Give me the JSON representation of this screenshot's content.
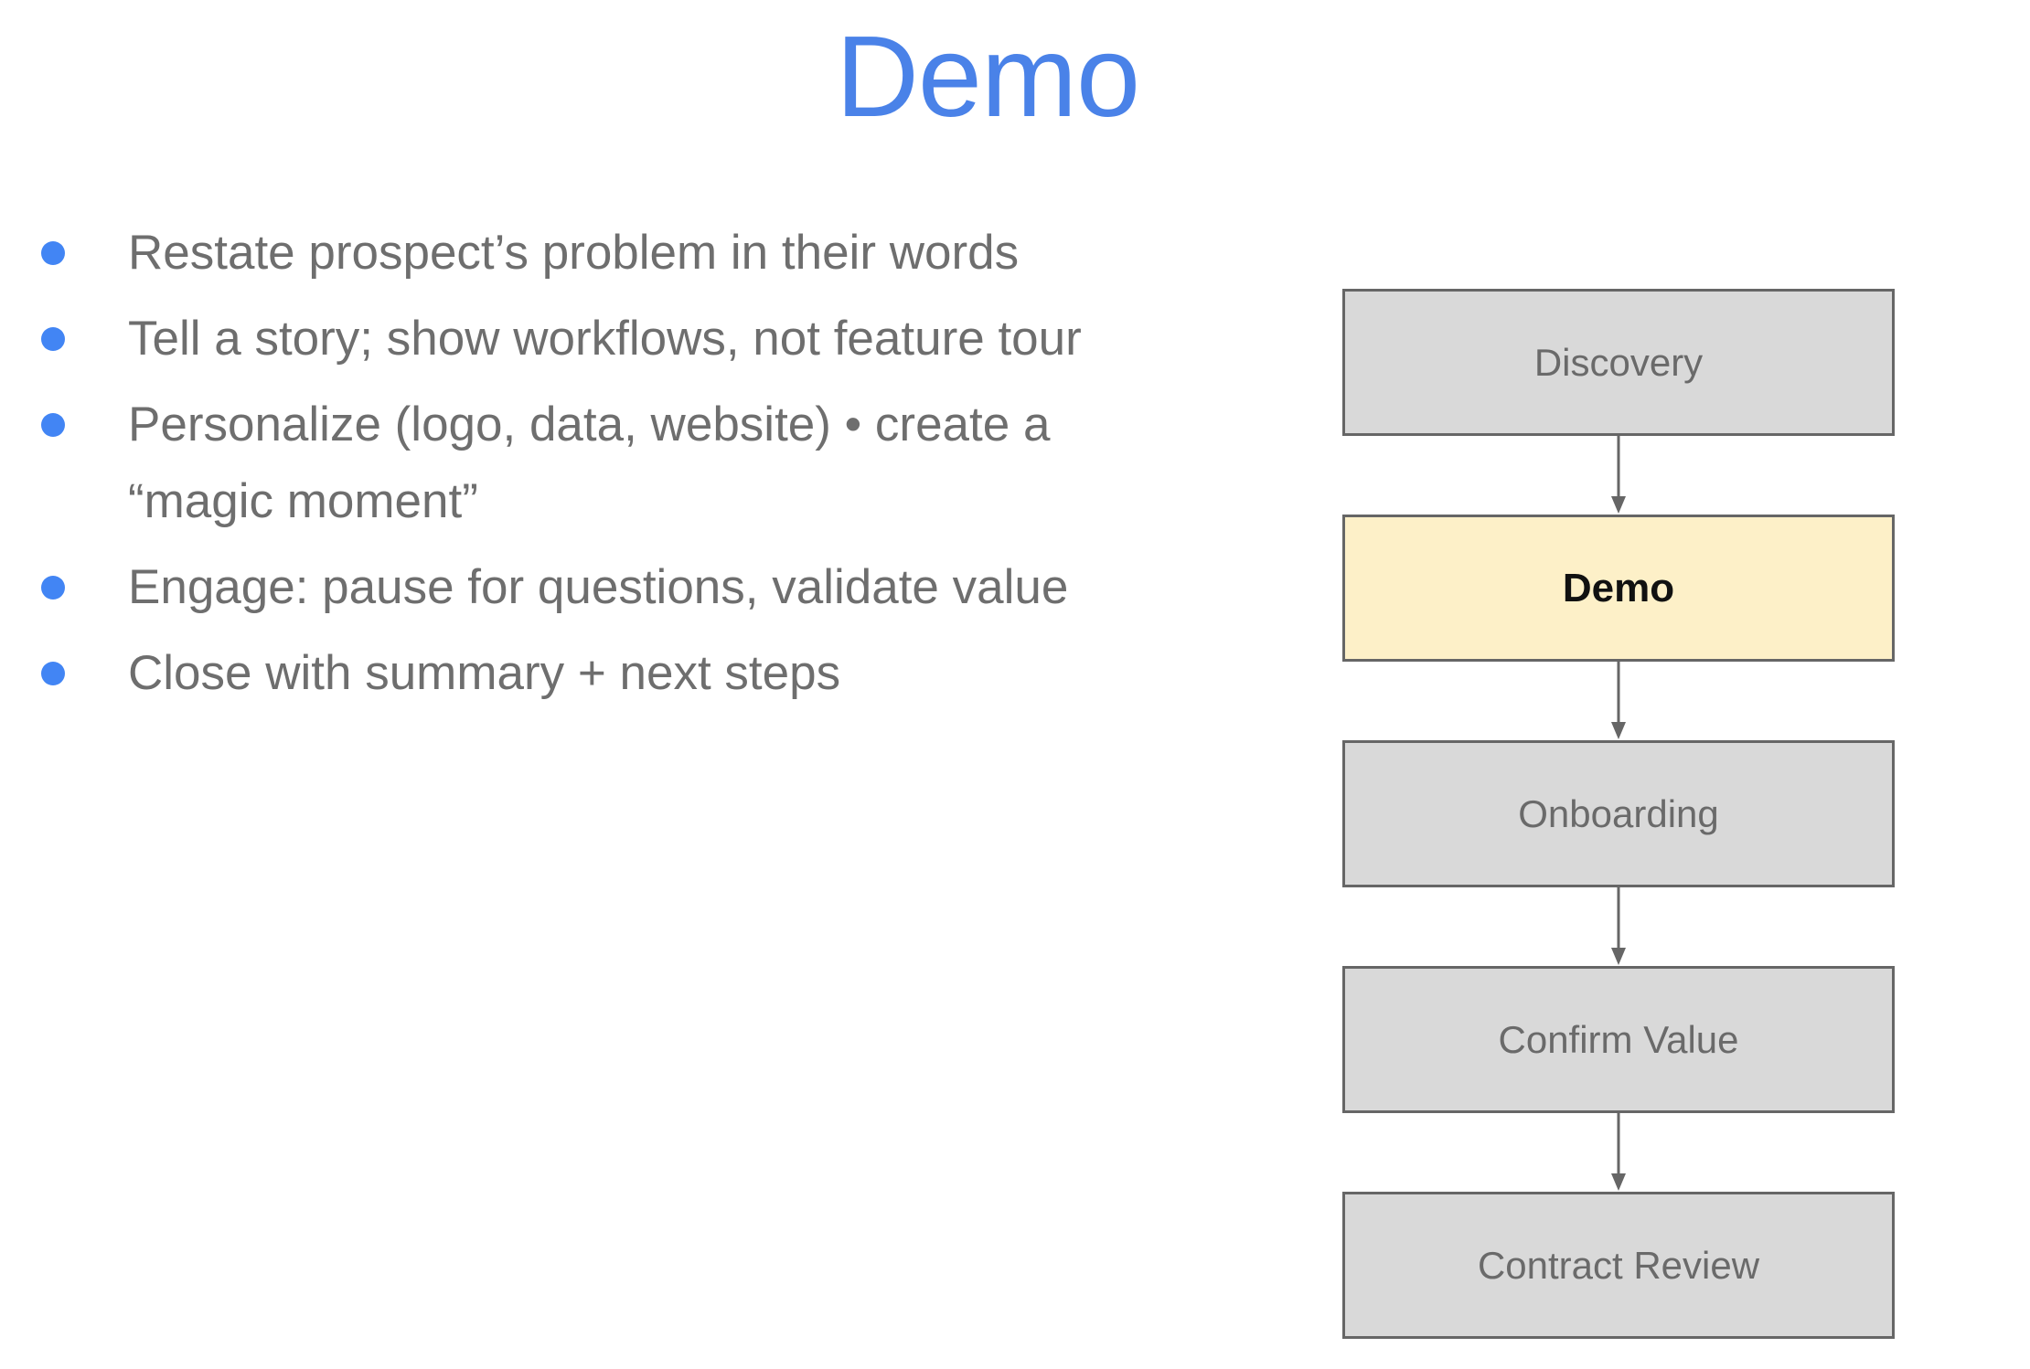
{
  "slide": {
    "title": "Demo"
  },
  "bullet_list": {
    "items": [
      {
        "lines": [
          "Restate prospect’s problem in their words"
        ]
      },
      {
        "lines": [
          "Tell a story; show workflows, not feature tour"
        ]
      },
      {
        "lines": [
          "Personalize (logo, data, website) • create a",
          "“magic moment”"
        ]
      },
      {
        "lines": [
          "Engage: pause for questions, validate value"
        ]
      },
      {
        "lines": [
          "Close with summary + next steps"
        ]
      }
    ]
  },
  "flowchart": {
    "steps": [
      {
        "label": "Discovery",
        "state": "default"
      },
      {
        "label": "Demo",
        "state": "active"
      },
      {
        "label": "Onboarding",
        "state": "default"
      },
      {
        "label": "Confirm Value",
        "state": "default"
      },
      {
        "label": "Contract Review",
        "state": "default"
      }
    ]
  },
  "colors": {
    "title_color": "#4a82e8",
    "bullet_color": "#4285f4",
    "body_color": "#6e6e6e",
    "box_fill": "#d9d9d9",
    "box_border": "#666666",
    "box_label_color": "#6a6a6a",
    "active_fill": "#fdf0c8",
    "active_text": "#111111",
    "arrow_color": "#666666"
  }
}
